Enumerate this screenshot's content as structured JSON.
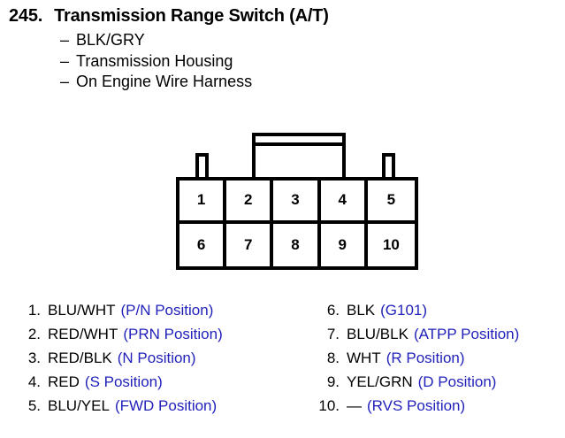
{
  "header": {
    "number": "245.",
    "title": "Transmission Range Switch (A/T)",
    "details": [
      {
        "dash": "–",
        "text": "BLK/GRY"
      },
      {
        "dash": "–",
        "text": "Transmission Housing"
      },
      {
        "dash": "–",
        "text": "On Engine Wire Harness"
      }
    ]
  },
  "connector": {
    "pin_count": 10,
    "rows": 2,
    "columns": 5,
    "pins": [
      "1",
      "2",
      "3",
      "4",
      "5",
      "6",
      "7",
      "8",
      "9",
      "10"
    ]
  },
  "legend": {
    "accent_color": "#2222bb",
    "left": [
      {
        "num": "1.",
        "wire": "BLU/WHT",
        "position": "(P/N Position)"
      },
      {
        "num": "2.",
        "wire": "RED/WHT",
        "position": "(PRN Position)"
      },
      {
        "num": "3.",
        "wire": "RED/BLK",
        "position": "(N Position)"
      },
      {
        "num": "4.",
        "wire": "RED",
        "position": "(S Position)"
      },
      {
        "num": "5.",
        "wire": "BLU/YEL",
        "position": "(FWD Position)"
      }
    ],
    "right": [
      {
        "num": "6.",
        "wire": "BLK",
        "position": "(G101)"
      },
      {
        "num": "7.",
        "wire": "BLU/BLK",
        "position": "(ATPP Position)"
      },
      {
        "num": "8.",
        "wire": "WHT",
        "position": "(R Position)"
      },
      {
        "num": "9.",
        "wire": "YEL/GRN",
        "position": "(D Position)"
      },
      {
        "num": "10.",
        "wire": "—",
        "position": "(RVS Position)"
      }
    ]
  }
}
